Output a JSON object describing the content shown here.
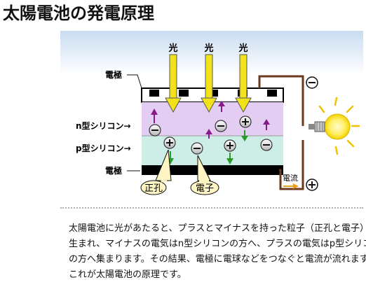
{
  "title": "太陽電池の発電原理",
  "diagram": {
    "light_labels": [
      "光",
      "光",
      "光"
    ],
    "electrode_top_label": "電極",
    "n_label": "n型シリコン→",
    "p_label": "p型シリコン→",
    "electrode_bottom_label": "電極",
    "hole_label": "正孔",
    "electron_label": "電子",
    "current_label": "電流",
    "minus_symbol": "−",
    "plus_symbol": "+",
    "colors": {
      "sky": "#dbe9f7",
      "n_layer": "#e3cdf3",
      "p_layer": "#cdeee6",
      "wire": "#6b3a1e",
      "light": "#f2e21a",
      "arrow_purple": "#8a1a8a",
      "arrow_green": "#2a9a2a",
      "bubble": "#fff5c4"
    },
    "icons": [
      "light-arrow-icon",
      "minus-charge-icon",
      "plus-charge-icon",
      "light-bulb-icon",
      "current-arrow-icon"
    ]
  },
  "caption": {
    "lines": [
      "太陽電池に光があたると、プラスとマイナスを持った粒子（正孔と電子）が",
      "生まれ、マイナスの電気はn型シリコンの方へ、プラスの電気はp型シリコン",
      "の方へ集まります。その結果、電極に電球などをつなぐと電流が流れます。",
      "これが太陽電池の原理です。"
    ]
  }
}
